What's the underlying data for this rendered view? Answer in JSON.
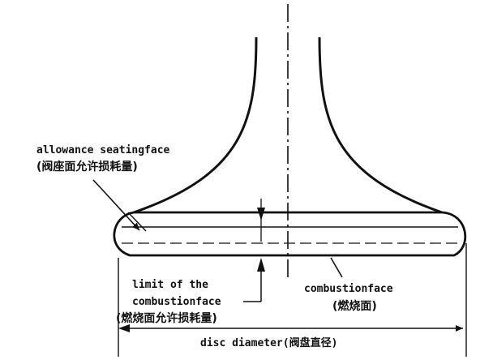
{
  "labels": {
    "allowance_seatingface_en": "allowance seatingface",
    "allowance_seatingface_cn": "(阀座面允许损耗量)",
    "limit_line1": "limit of the",
    "limit_line2": "combustionface",
    "limit_cn": "(燃烧面允许损耗量)",
    "combustionface_en": "combustionface",
    "combustionface_cn": "(燃烧面)",
    "disc_diameter": "disc diameter(阀盘直径)"
  },
  "colors": {
    "ink": "#111111",
    "background": "#ffffff"
  }
}
